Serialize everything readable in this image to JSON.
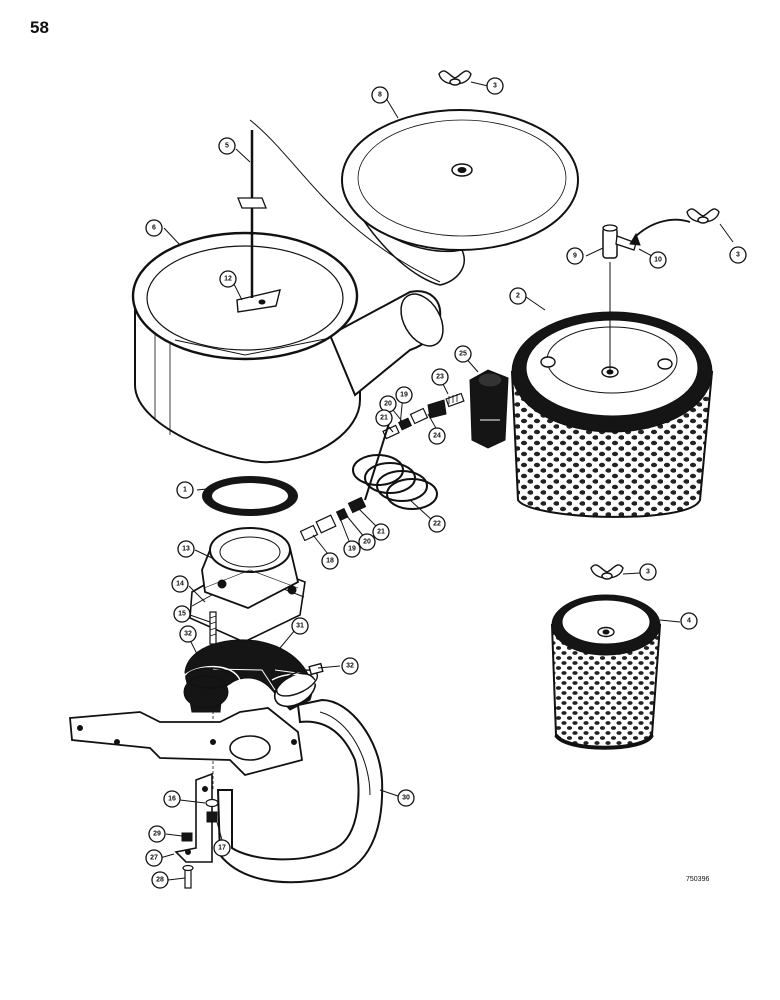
{
  "page": {
    "number": "58",
    "figure_code": "750396"
  },
  "colors": {
    "ink": "#111111",
    "paper": "#ffffff",
    "rubber": "#151515"
  },
  "callouts": [
    {
      "id": "c1",
      "label": "1",
      "part": "gasket"
    },
    {
      "id": "c2",
      "label": "2",
      "part": "outer-filter-element"
    },
    {
      "id": "c3a",
      "label": "3",
      "part": "wing-nut"
    },
    {
      "id": "c3b",
      "label": "3",
      "part": "wing-nut"
    },
    {
      "id": "c3c",
      "label": "3",
      "part": "wing-nut"
    },
    {
      "id": "c4",
      "label": "4",
      "part": "inner-filter-element"
    },
    {
      "id": "c5",
      "label": "5",
      "part": "stud"
    },
    {
      "id": "c6",
      "label": "6",
      "part": "air-cleaner-body"
    },
    {
      "id": "c8",
      "label": "8",
      "part": "cover"
    },
    {
      "id": "c9",
      "label": "9",
      "part": "indicator"
    },
    {
      "id": "c10",
      "label": "10",
      "part": "pin"
    },
    {
      "id": "c12",
      "label": "12",
      "part": "bracket"
    },
    {
      "id": "c13",
      "label": "13",
      "part": "elbow-adapter"
    },
    {
      "id": "c14",
      "label": "14",
      "part": "flange-gasket"
    },
    {
      "id": "c15",
      "label": "15",
      "part": "stud"
    },
    {
      "id": "c16",
      "label": "16",
      "part": "washer"
    },
    {
      "id": "c17",
      "label": "17",
      "part": "nut"
    },
    {
      "id": "c18",
      "label": "18",
      "part": "fitting"
    },
    {
      "id": "c19a",
      "label": "19",
      "part": "fitting"
    },
    {
      "id": "c19b",
      "label": "19",
      "part": "fitting"
    },
    {
      "id": "c20a",
      "label": "20",
      "part": "fitting"
    },
    {
      "id": "c20b",
      "label": "20",
      "part": "fitting"
    },
    {
      "id": "c21a",
      "label": "21",
      "part": "fitting"
    },
    {
      "id": "c21b",
      "label": "21",
      "part": "fitting"
    },
    {
      "id": "c22",
      "label": "22",
      "part": "tube"
    },
    {
      "id": "c23",
      "label": "23",
      "part": "nipple"
    },
    {
      "id": "c24",
      "label": "24",
      "part": "nut"
    },
    {
      "id": "c25",
      "label": "25",
      "part": "restriction-indicator"
    },
    {
      "id": "c27",
      "label": "27",
      "part": "bracket"
    },
    {
      "id": "c28",
      "label": "28",
      "part": "bolt"
    },
    {
      "id": "c29",
      "label": "29",
      "part": "nut"
    },
    {
      "id": "c30",
      "label": "30",
      "part": "pipe"
    },
    {
      "id": "c31",
      "label": "31",
      "part": "hose-elbow"
    },
    {
      "id": "c32a",
      "label": "32",
      "part": "hose-clamp"
    },
    {
      "id": "c32b",
      "label": "32",
      "part": "hose-clamp"
    }
  ]
}
